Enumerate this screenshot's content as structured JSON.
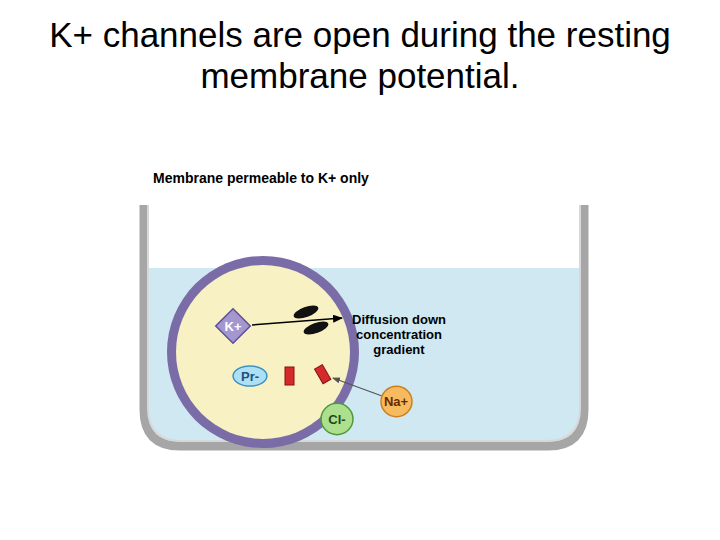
{
  "diagram": {
    "title": "K+ channels are open during the resting membrane potential.",
    "nodes": [
      {
        "text": [
          "K+"
        ]
      },
      {
        "text": [
          "Pr-"
        ]
      },
      {
        "text": [
          "Na+"
        ]
      },
      {
        "text": [
          "Cl-"
        ]
      }
    ],
    "labels": [
      "Membrane permeable to K+ only",
      "Diffusion down concentration gradient"
    ]
  }
}
